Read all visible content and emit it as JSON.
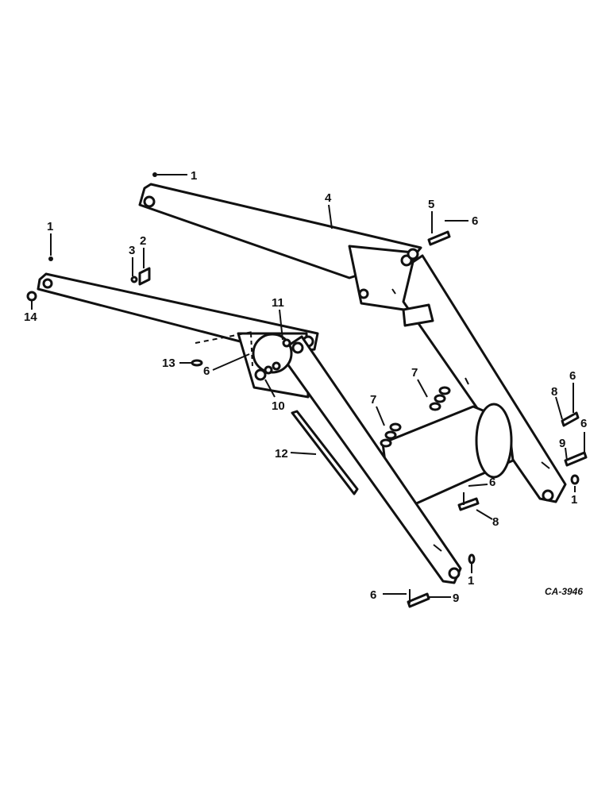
{
  "figure_code": "CA-3946",
  "callouts": {
    "c1_top": "1",
    "c1_left": "1",
    "c1_right": "1",
    "c1_bottom": "1",
    "c2": "2",
    "c3": "3",
    "c4": "4",
    "c5": "5",
    "c6_top": "6",
    "c6_mid": "6",
    "c6_right_a": "6",
    "c6_right_b": "6",
    "c6_lower": "6",
    "c6_bottom": "6",
    "c7_a": "7",
    "c7_b": "7",
    "c8_a": "8",
    "c8_b": "8",
    "c9_a": "9",
    "c9_b": "9",
    "c10": "10",
    "c11": "11",
    "c12": "12",
    "c13": "13",
    "c14": "14"
  }
}
